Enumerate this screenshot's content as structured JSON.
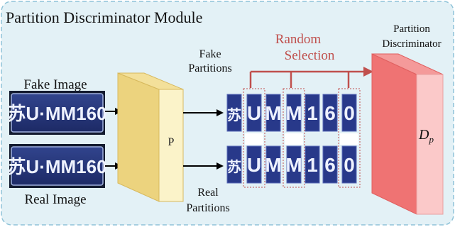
{
  "module_title": "Partition Discriminator Module",
  "labels": {
    "fake_image": "Fake Image",
    "real_image": "Real Image",
    "fake_partitions_line1": "Fake",
    "fake_partitions_line2": "Partitions",
    "real_partitions_line1": "Real",
    "real_partitions_line2": "Partitions",
    "random_selection_line1": "Random",
    "random_selection_line2": "Selection",
    "partition_discriminator_line1": "Partition",
    "partition_discriminator_line2": "Discriminator",
    "p_block": "P",
    "dp_main": "D",
    "dp_sub": "p"
  },
  "plate": {
    "text": "苏U·MM160",
    "chars": [
      "苏",
      "U",
      "M",
      "M",
      "1",
      "6",
      "0"
    ],
    "selected_partitions": [
      2,
      4,
      7
    ]
  },
  "colors": {
    "background_panel": "#e3f1f6",
    "panel_border": "#8fc3d8",
    "p_block_front": "#fbf3c9",
    "p_block_side": "#ecd37e",
    "dp_block_front": "#fbc9c9",
    "dp_block_side": "#ef7373",
    "random_selection": "#c0504d",
    "plate_blue": "#24357a"
  }
}
